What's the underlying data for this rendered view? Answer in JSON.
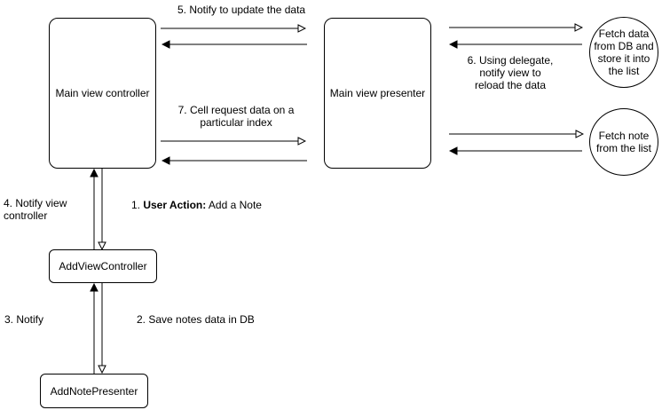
{
  "nodes": {
    "main_view_controller": "Main view controller",
    "main_view_presenter": "Main view presenter",
    "add_view_controller": "AddViewController",
    "add_note_presenter": "AddNotePresenter",
    "fetch_db_lines": [
      "Fetch data",
      "from DB and",
      "store it into",
      "the list"
    ],
    "fetch_note_lines": [
      "Fetch note",
      "from the list"
    ]
  },
  "edges": {
    "notify_update": "5. Notify to update the data",
    "cell_request_lines": [
      "7. Cell request data on a",
      "particular index"
    ],
    "delegate_lines": [
      "6. Using delegate,",
      "notify view to",
      "reload the data"
    ],
    "notify_vc_lines": [
      "4. Notify view",
      "controller"
    ],
    "user_action_prefix": "1. ",
    "user_action_bold": "User Action:",
    "user_action_rest": " Add a Note",
    "notify": "3. Notify",
    "save_notes": "2. Save notes data in DB"
  }
}
